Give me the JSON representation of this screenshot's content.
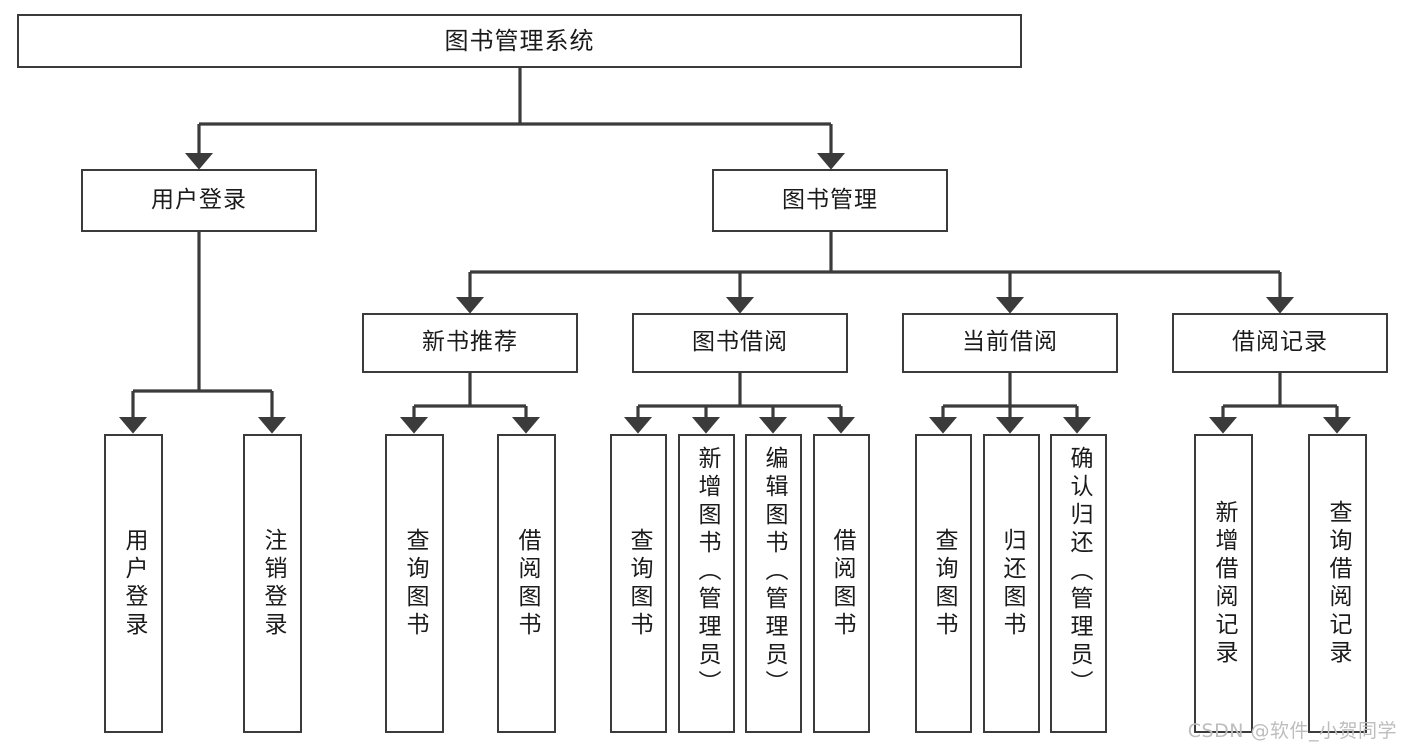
{
  "diagram": {
    "title": "图书管理系统",
    "type": "tree-structure-diagram",
    "line_color": "#3b3b3b",
    "box_fill": "#ffffff",
    "text_color": "#1b1b1b",
    "root": {
      "label": "图书管理系统"
    },
    "level2": [
      {
        "label": "用户登录"
      },
      {
        "label": "图书管理"
      }
    ],
    "level3": [
      {
        "label": "新书推荐"
      },
      {
        "label": "图书借阅"
      },
      {
        "label": "当前借阅"
      },
      {
        "label": "借阅记录"
      }
    ],
    "leaves": {
      "user_login": [
        {
          "label": "用户登录"
        },
        {
          "label": "注销登录"
        }
      ],
      "new_book_recommend": [
        {
          "label": "查询图书"
        },
        {
          "label": "借阅图书"
        }
      ],
      "book_borrow": [
        {
          "label": "查询图书"
        },
        {
          "label": "新增图书（管理员）"
        },
        {
          "label": "编辑图书（管理员）"
        },
        {
          "label": "借阅图书"
        }
      ],
      "current_borrow": [
        {
          "label": "查询图书"
        },
        {
          "label": "归还图书"
        },
        {
          "label": "确认归还（管理员）"
        }
      ],
      "borrow_record": [
        {
          "label": "新增借阅记录"
        },
        {
          "label": "查询借阅记录"
        }
      ]
    }
  },
  "watermark": {
    "text": "CSDN @软件_小贺同学",
    "color": "#bdbdbd"
  }
}
